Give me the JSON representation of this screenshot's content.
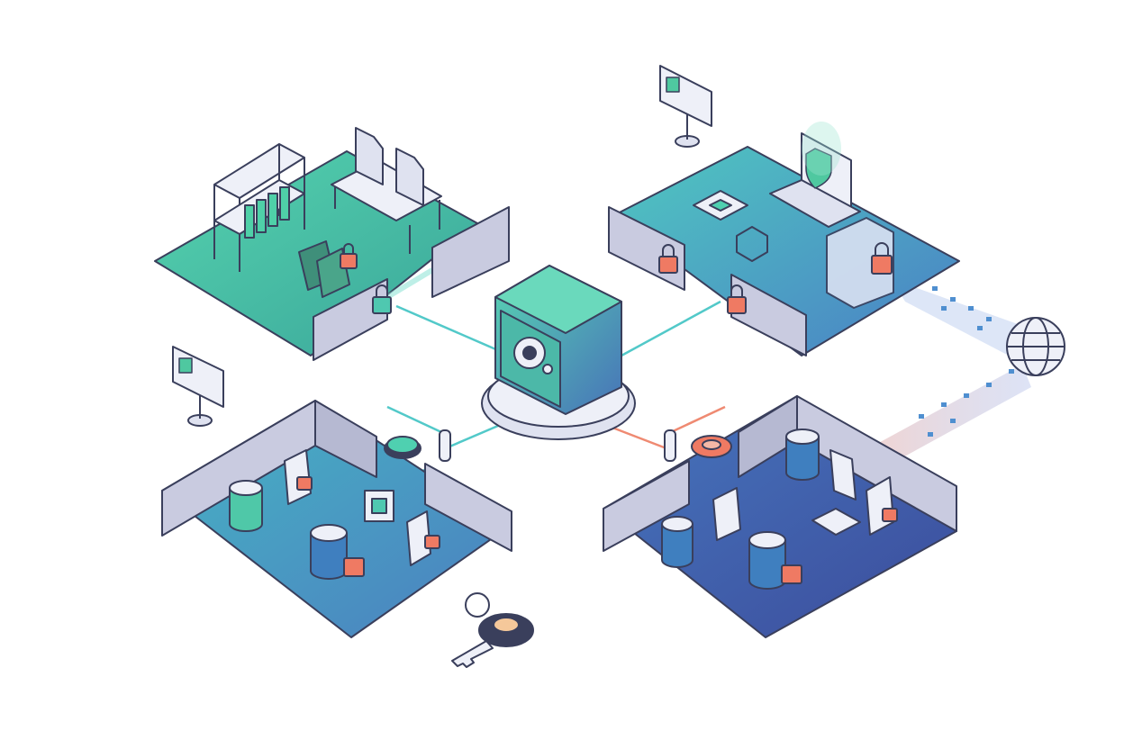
{
  "colors": {
    "teal": "#4fd0b0",
    "blue": "#4f9ad0",
    "indigo": "#3d4e9c",
    "lock": "#ef7a63",
    "wall": "#c9cbe0",
    "outline": "#3a3f5c",
    "link_teal": "#52c9c9",
    "link_coral": "#ef8a72"
  },
  "scene": {
    "central": "safe-icon",
    "zones": [
      {
        "name": "archive-room",
        "icons": [
          "shelf-icon",
          "document-icon",
          "folder-icon",
          "lock-icon"
        ]
      },
      {
        "name": "device-room",
        "icons": [
          "laptop-icon",
          "shield-icon",
          "chip-icon",
          "cloud-lock-icon",
          "lock-icon"
        ]
      },
      {
        "name": "database-room-teal",
        "icons": [
          "database-icon",
          "document-icon",
          "chip-icon",
          "lock-icon"
        ]
      },
      {
        "name": "database-room-indigo",
        "icons": [
          "database-icon",
          "document-icon",
          "lock-icon"
        ]
      }
    ],
    "extras": [
      "id-card-sign-icon",
      "globe-icon",
      "key-icon",
      "data-stream"
    ]
  }
}
